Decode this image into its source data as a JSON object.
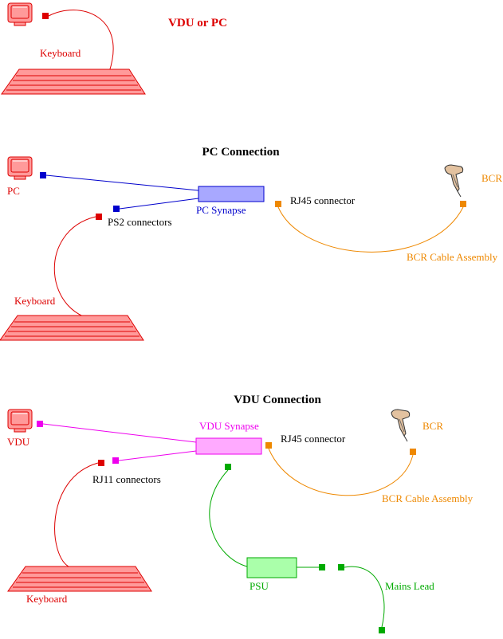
{
  "colors": {
    "red": "#dd0000",
    "red_fill": "#ff9a9a",
    "blue": "#0000cc",
    "blue_fill": "#a8a8ff",
    "magenta": "#ee00ee",
    "magenta_fill": "#ffaaff",
    "orange": "#ee8800",
    "green": "#00aa00",
    "green_fill": "#aaffaa",
    "black": "#000000"
  },
  "top": {
    "title": "VDU or PC",
    "keyboard_label": "Keyboard"
  },
  "pc": {
    "title": "PC Connection",
    "pc_label": "PC",
    "synapse_label": "PC Synapse",
    "ps2_label": "PS2 connectors",
    "rj45_label": "RJ45 connector",
    "bcr_label": "BCR",
    "cable_label": "BCR Cable Assembly",
    "keyboard_label": "Keyboard"
  },
  "vdu": {
    "title": "VDU Connection",
    "vdu_label": "VDU",
    "synapse_label": "VDU Synapse",
    "rj11_label": "RJ11 connectors",
    "rj45_label": "RJ45 connector",
    "bcr_label": "BCR",
    "cable_label": "BCR Cable Assembly",
    "keyboard_label": "Keyboard",
    "psu_label": "PSU",
    "mains_label": "Mains Lead"
  }
}
